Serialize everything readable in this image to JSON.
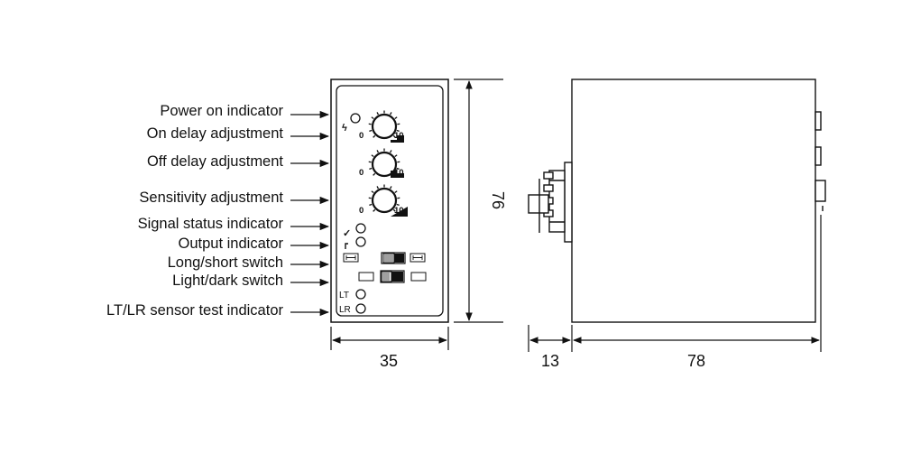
{
  "callouts": [
    "Power on indicator",
    "On delay adjustment",
    "Off delay adjustment",
    "Sensitivity adjustment",
    "Signal status indicator",
    "Output indicator",
    "Long/short switch",
    "Light/dark switch",
    "LT/LR sensor test indicator"
  ],
  "dimensions": {
    "front_width": "35",
    "front_height": "76",
    "pin_depth": "13",
    "body_depth": "78"
  },
  "dial_scale": {
    "min": "0",
    "max": "10"
  },
  "indicator_labels": {
    "lt": "LT",
    "lr": "LR"
  }
}
